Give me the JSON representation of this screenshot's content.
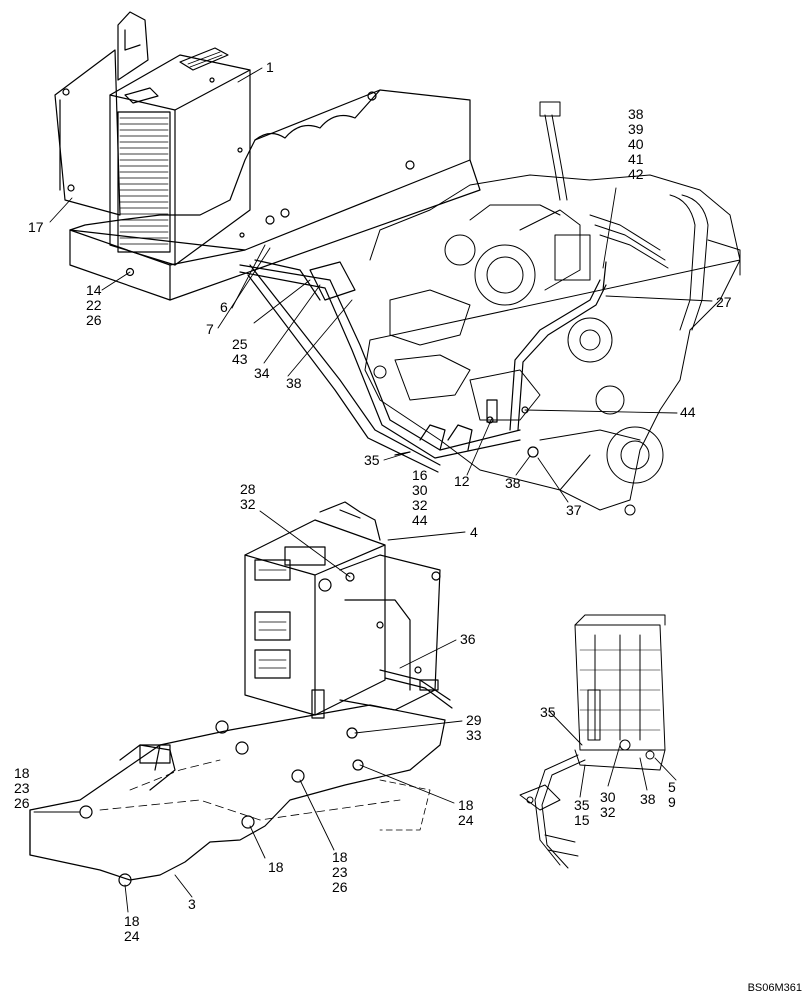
{
  "diagram": {
    "reference_code": "BS06M361",
    "callouts": [
      {
        "id": "c1",
        "text": "1"
      },
      {
        "id": "c17",
        "text": "17"
      },
      {
        "id": "c14",
        "text": "14\n22\n26"
      },
      {
        "id": "c6",
        "text": "6"
      },
      {
        "id": "c7",
        "text": "7"
      },
      {
        "id": "c25",
        "text": "25\n43"
      },
      {
        "id": "c34",
        "text": "34"
      },
      {
        "id": "c38a",
        "text": "38"
      },
      {
        "id": "c38b",
        "text": "38\n39\n40\n41\n42"
      },
      {
        "id": "c27",
        "text": "27"
      },
      {
        "id": "c44",
        "text": "44"
      },
      {
        "id": "c35a",
        "text": "35"
      },
      {
        "id": "c16",
        "text": "16\n30\n32\n44"
      },
      {
        "id": "c12",
        "text": "12"
      },
      {
        "id": "c38c",
        "text": "38"
      },
      {
        "id": "c37",
        "text": "37"
      },
      {
        "id": "c28",
        "text": "28\n32"
      },
      {
        "id": "c4",
        "text": "4"
      },
      {
        "id": "c36",
        "text": "36"
      },
      {
        "id": "c29",
        "text": "29\n33"
      },
      {
        "id": "c18a",
        "text": "18\n23\n26"
      },
      {
        "id": "c18b",
        "text": "18\n24"
      },
      {
        "id": "c18c",
        "text": "18"
      },
      {
        "id": "c18d",
        "text": "18\n23\n26"
      },
      {
        "id": "c18e",
        "text": "18\n24"
      },
      {
        "id": "c3",
        "text": "3"
      },
      {
        "id": "c35b",
        "text": "35"
      },
      {
        "id": "c35c",
        "text": "35\n15"
      },
      {
        "id": "c30",
        "text": "30\n32"
      },
      {
        "id": "c38d",
        "text": "38"
      },
      {
        "id": "c5",
        "text": "5\n9"
      }
    ]
  }
}
